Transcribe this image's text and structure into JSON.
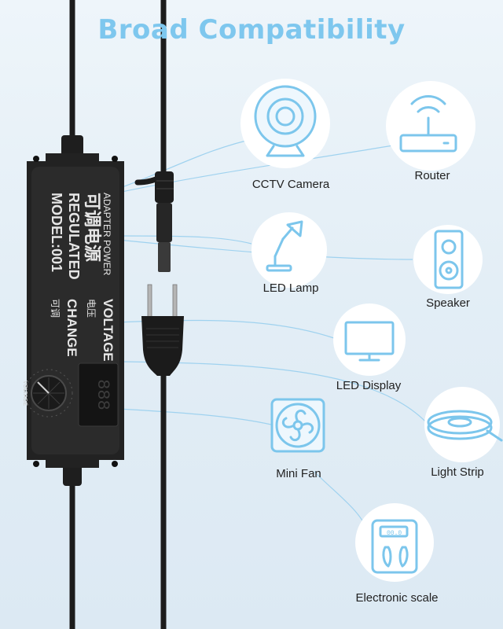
{
  "headline": "Broad Compatibility",
  "adapter": {
    "line1": "ADAPTER POWER",
    "line2": "可调电源",
    "line3": "REGULATED",
    "line4": "MODEL:001",
    "line5": "VOLTAGE",
    "line6": "电压",
    "line7": "CHANGE",
    "line8": "可调",
    "knob_label": "VOLTAGE",
    "display": "888"
  },
  "devices": [
    {
      "label": "CCTV Camera",
      "icon": "cctv-camera-icon"
    },
    {
      "label": "Router",
      "icon": "router-icon"
    },
    {
      "label": "LED Lamp",
      "icon": "led-lamp-icon"
    },
    {
      "label": "Speaker",
      "icon": "speaker-icon"
    },
    {
      "label": "LED Display",
      "icon": "led-display-icon"
    },
    {
      "label": "Mini Fan",
      "icon": "mini-fan-icon"
    },
    {
      "label": "Light Strip",
      "icon": "light-strip-icon"
    },
    {
      "label": "Electronic scale",
      "icon": "electronic-scale-icon"
    }
  ],
  "scale_readout": "00.0",
  "colors": {
    "accent": "#7ec7ee",
    "icon_stroke": "#7cc6ec",
    "adapter_body": "#2a2a2a"
  }
}
